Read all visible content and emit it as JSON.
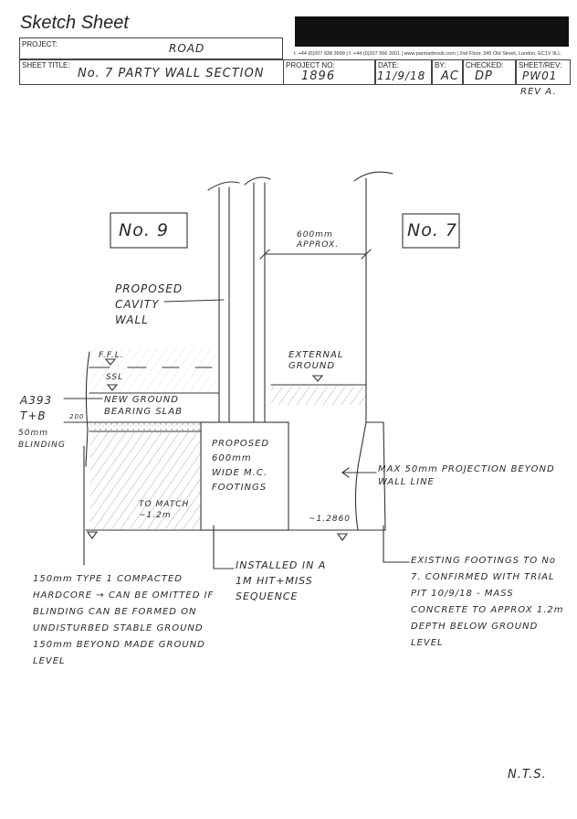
{
  "header": {
    "title": "Sketch Sheet",
    "project_label": "PROJECT:",
    "project_value": "ROAD",
    "contact": "t. +44 (0)207 838 3999 | f. +44 (0)207 956 2001 | www.parmarbrook.com | 2nd Floor, 345 Old Street, London, EC1V 9LL",
    "sheet_title_label": "SHEET TITLE:",
    "sheet_title_value": "No. 7 PARTY WALL SECTION",
    "project_no_label": "PROJECT NO:",
    "project_no_value": "1896",
    "date_label": "DATE:",
    "date_value": "11/9/18",
    "by_label": "BY:",
    "by_value": "AC",
    "checked_label": "CHECKED:",
    "checked_value": "DP",
    "sheet_rev_label": "SHEET/REV:",
    "sheet_rev_value": "PW01",
    "rev_note": "REV A."
  },
  "drawing": {
    "house_left": "No. 9",
    "house_right": "No. 7",
    "dim_600": "600mm APPROX.",
    "cavity_wall": "PROPOSED CAVITY WALL",
    "ffl": "F.F.L.",
    "ssl": "SSL",
    "external_ground": "EXTERNAL GROUND",
    "mesh": "A393 T+B",
    "slab_dim": "200",
    "new_slab": "NEW GROUND BEARING SLAB",
    "blinding": "50mm BLINDING",
    "proposed_footings": "PROPOSED 600mm WIDE M.C. FOOTINGS",
    "max_projection": "MAX 50mm PROJECTION BEYOND WALL LINE",
    "to_match": "TO MATCH ~1.2m",
    "depth_right": "~1.2860",
    "installed": "INSTALLED IN A 1M HIT+MISS SEQUENCE",
    "existing_footings": "EXISTING FOOTINGS TO No 7. CONFIRMED WITH TRIAL PIT 10/9/18 - MASS CONCRETE TO APPROX 1.2m DEPTH BELOW GROUND LEVEL",
    "hardcore_note": "150mm TYPE 1 COMPACTED HARDCORE → CAN BE OMITTED IF BLINDING CAN BE FORMED ON UNDISTURBED STABLE GROUND 150mm BEYOND MADE GROUND LEVEL",
    "scale": "N.T.S."
  }
}
